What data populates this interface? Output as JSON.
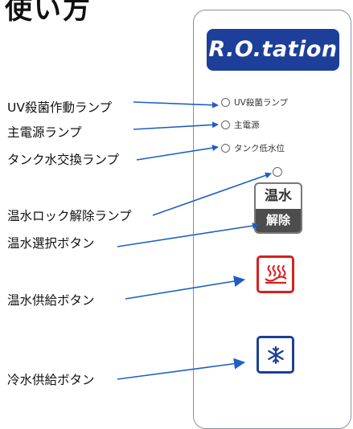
{
  "heading": "使い方",
  "panel": {
    "brand": "R.O.tation",
    "lamps": [
      {
        "label": "UV殺菌ランプ"
      },
      {
        "label": "主電源"
      },
      {
        "label": "タンク低水位"
      }
    ],
    "hot_select": {
      "top": "温水",
      "bottom": "解除"
    }
  },
  "callouts": [
    {
      "text": "UV殺菌作動ランプ"
    },
    {
      "text": "主電源ランプ"
    },
    {
      "text": "タンク水交換ランプ"
    },
    {
      "text": "温水ロック解除ランプ"
    },
    {
      "text": "温水選択ボタン"
    },
    {
      "text": "温水供給ボタン"
    },
    {
      "text": "冷水供給ボタン"
    }
  ],
  "icons": {
    "hot_water": "hot-water-icon",
    "cold_water": "snowflake-icon"
  },
  "colors": {
    "brand": "#1d3f99",
    "hot": "#d7201e",
    "cold": "#1d3f99",
    "arrow": "#1f5fc4"
  }
}
